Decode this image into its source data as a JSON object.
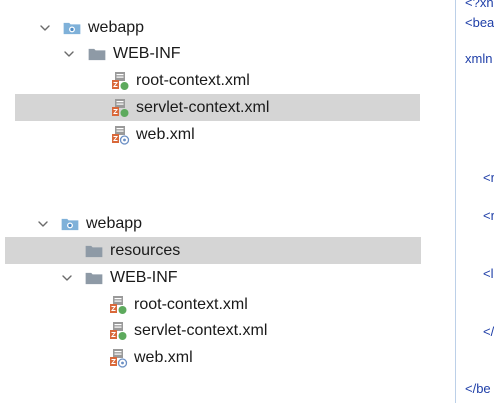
{
  "tree1": {
    "root_label": "webapp",
    "folder_label": "WEB-INF",
    "files": [
      "root-context.xml",
      "servlet-context.xml",
      "web.xml"
    ]
  },
  "tree2": {
    "root_label": "webapp",
    "resources_label": "resources",
    "folder_label": "WEB-INF",
    "files": [
      "root-context.xml",
      "servlet-context.xml",
      "web.xml"
    ]
  },
  "editor": {
    "line1": "<?xn",
    "line2": "<bea",
    "line3": "xmln",
    "line4": "<r",
    "line5": "<r",
    "line6": "<l",
    "line7": "</",
    "line8": "</be"
  },
  "colors": {
    "selection": "#d5d5d5",
    "folder": "#8e9aa6",
    "webapp_folder": "#7fb1d9",
    "xml_badge_orange": "#d9683a",
    "xml_badge_green": "#5daa5d",
    "editor_text": "#1f3fa8"
  },
  "icons": {
    "chevron": "chevron-down-icon",
    "folder": "folder-icon",
    "web_folder": "web-folder-icon",
    "xml": "xml-file-icon"
  }
}
